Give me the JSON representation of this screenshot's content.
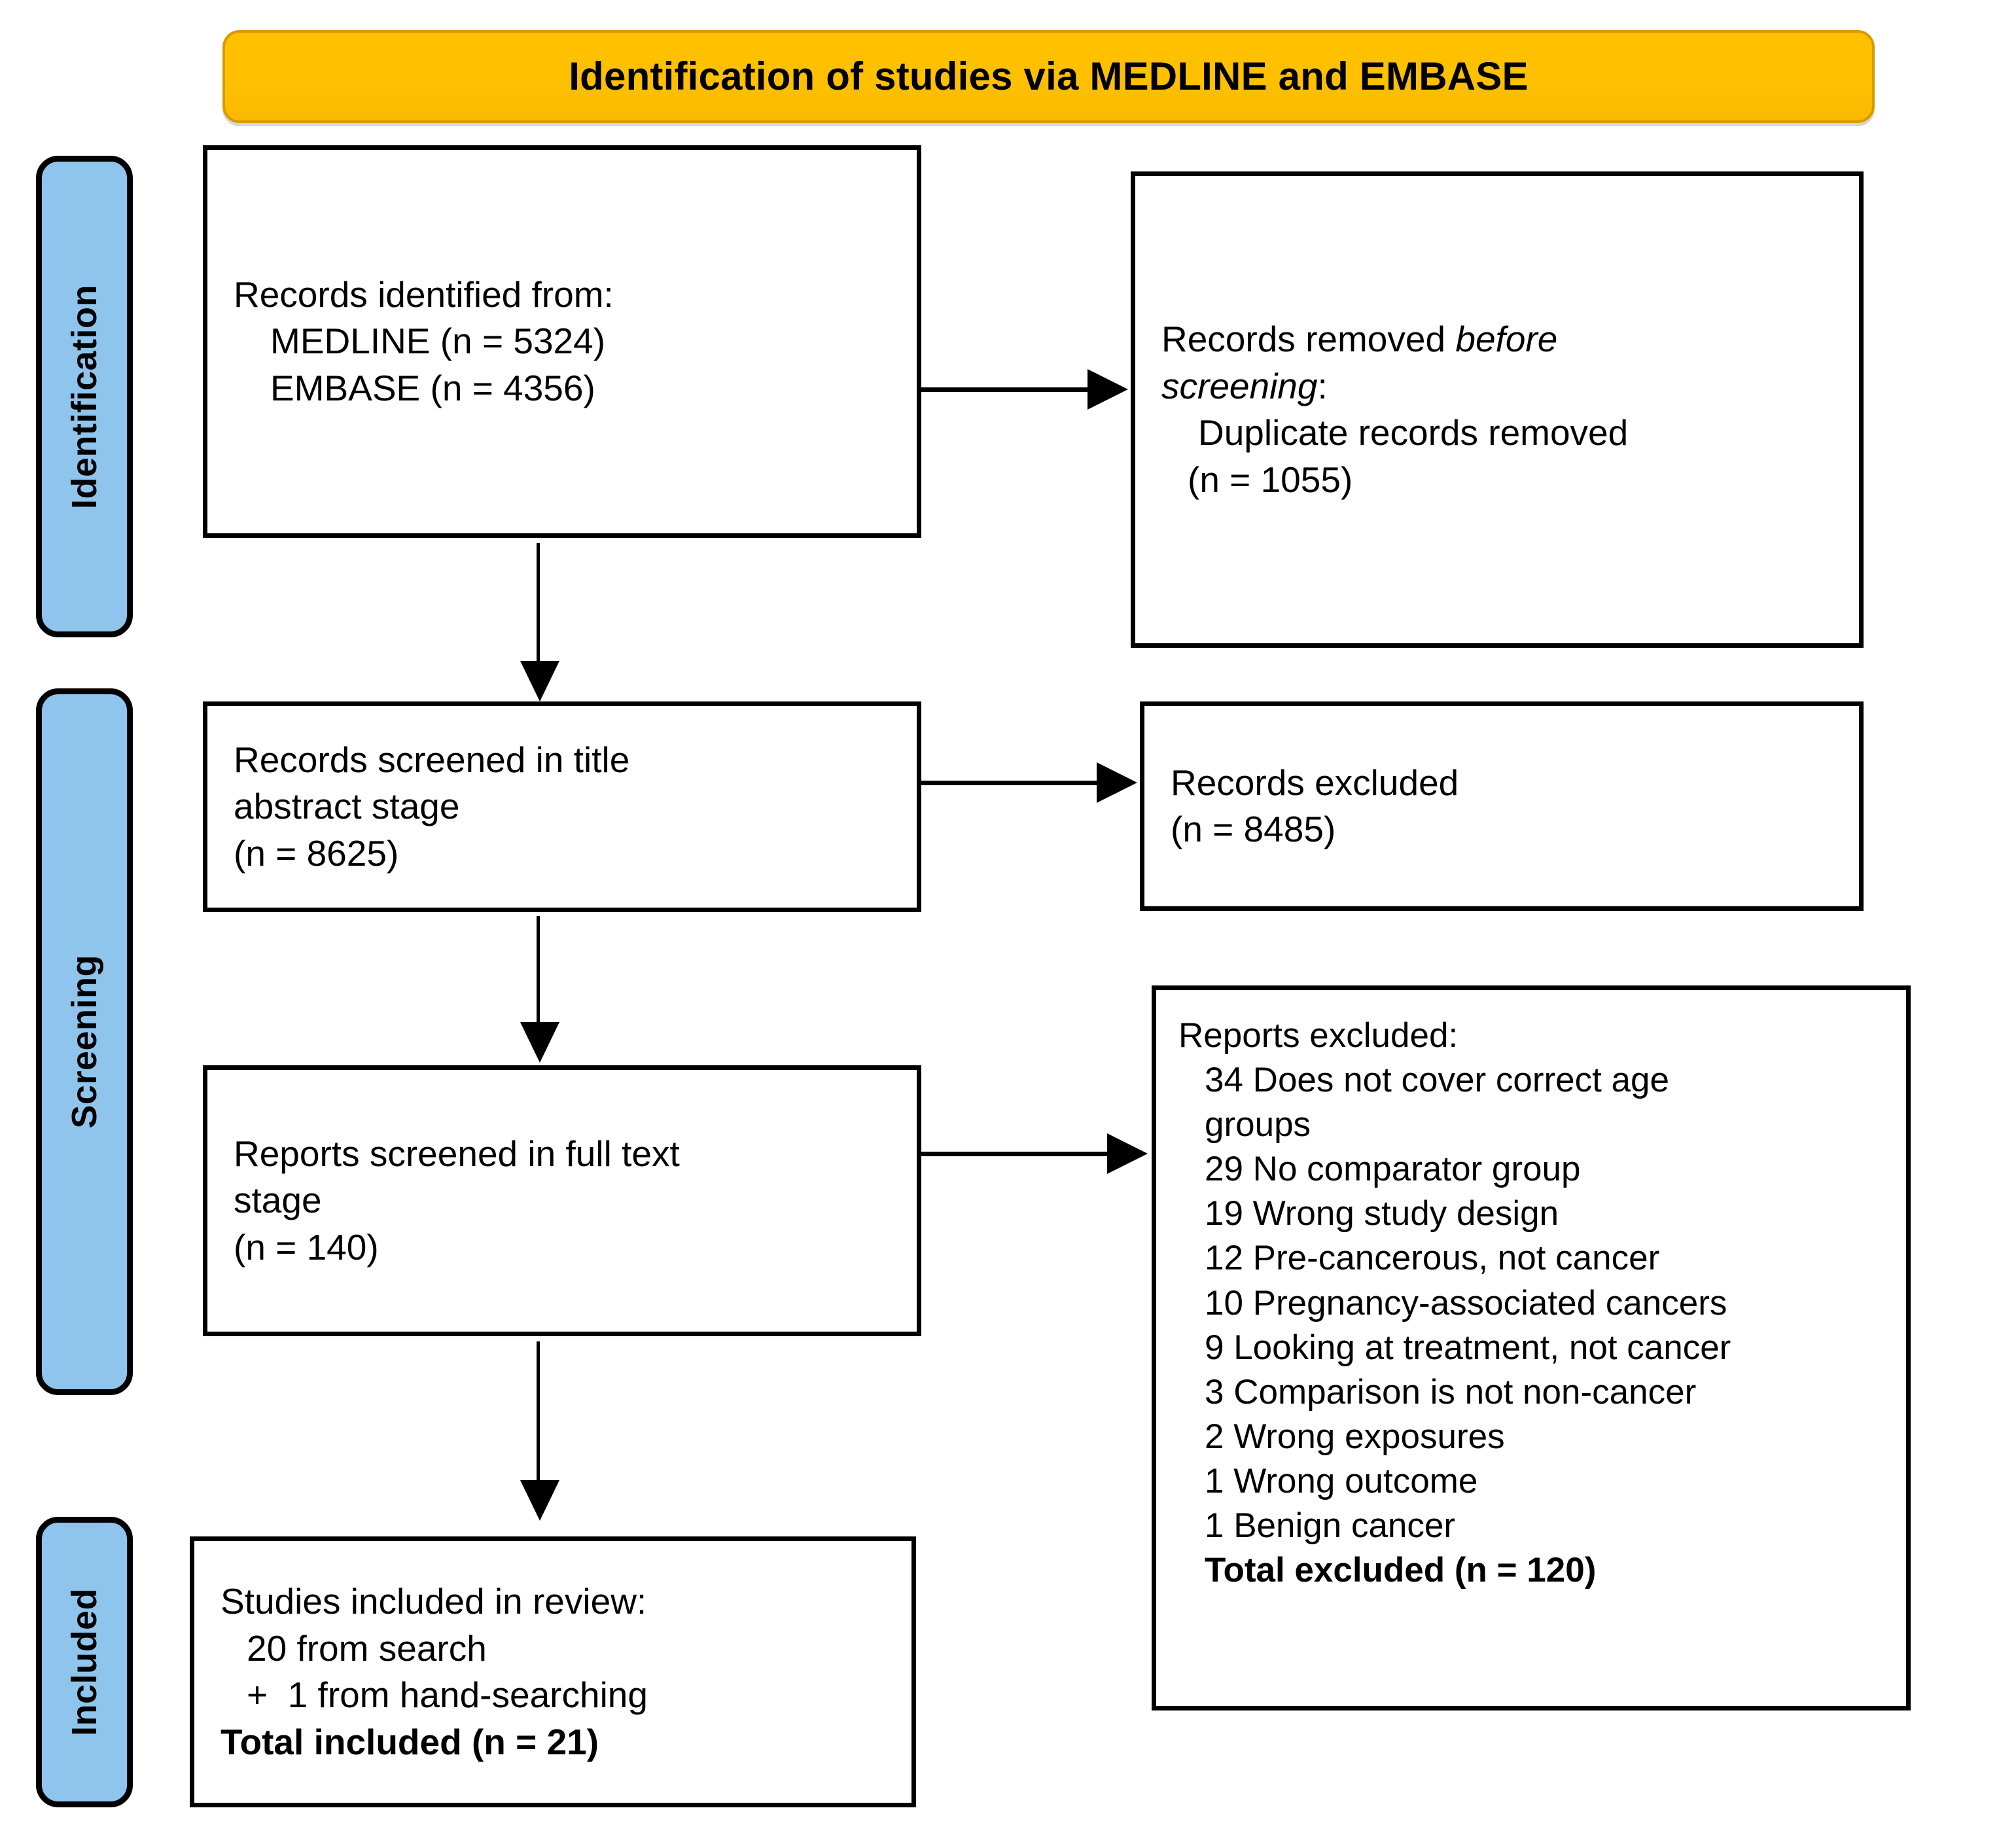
{
  "banner": {
    "title": "Identification of studies via MEDLINE and EMBASE"
  },
  "stages": [
    {
      "id": "identification",
      "label": "Identification"
    },
    {
      "id": "screening",
      "label": "Screening"
    },
    {
      "id": "included",
      "label": "Included"
    }
  ],
  "boxes": {
    "identified": {
      "line1": "Records identified from:",
      "line2": "MEDLINE (n = 5324)",
      "line3": "EMBASE (n = 4356)"
    },
    "removed": {
      "line1_a": "Records removed ",
      "line1_b": "before",
      "line2_a": "screening",
      "line2_b": ":",
      "line3": "Duplicate records removed",
      "line4": "(n = 1055)"
    },
    "screened_title": {
      "line1": "Records screened in title",
      "line2": "abstract stage",
      "line3": "(n = 8625)"
    },
    "records_excluded": {
      "line1": "Records excluded",
      "line2": "(n = 8485)"
    },
    "fulltext": {
      "line1": "Reports screened in full text",
      "line2": "stage",
      "line3": "(n = 140)"
    },
    "reports_excluded": {
      "heading": "Reports excluded:",
      "reasons": [
        "34 Does not cover correct age",
        "groups",
        "29 No comparator group",
        "19 Wrong study design",
        "12 Pre-cancerous, not cancer",
        "10 Pregnancy-associated cancers",
        "9 Looking at treatment, not cancer",
        "3 Comparison is not non-cancer",
        "2 Wrong exposures",
        "1 Wrong outcome",
        "1 Benign cancer"
      ],
      "total": "Total excluded (n = 120)"
    },
    "included": {
      "line1": "Studies included in review:",
      "line2": "20 from search",
      "line3": "+  1 from hand-searching",
      "total": "Total included (n = 21)"
    }
  },
  "chart_data": {
    "type": "table",
    "title": "PRISMA 2020 flow diagram",
    "nodes": [
      {
        "name": "MEDLINE records identified",
        "value": 5324
      },
      {
        "name": "EMBASE records identified",
        "value": 4356
      },
      {
        "name": "Duplicate records removed before screening",
        "value": 1055
      },
      {
        "name": "Records screened in title abstract stage",
        "value": 8625
      },
      {
        "name": "Records excluded at title/abstract",
        "value": 8485
      },
      {
        "name": "Reports screened in full text stage",
        "value": 140
      },
      {
        "name": "Does not cover correct age groups",
        "value": 34
      },
      {
        "name": "No comparator group",
        "value": 29
      },
      {
        "name": "Wrong study design",
        "value": 19
      },
      {
        "name": "Pre-cancerous, not cancer",
        "value": 12
      },
      {
        "name": "Pregnancy-associated cancers",
        "value": 10
      },
      {
        "name": "Looking at treatment, not cancer",
        "value": 9
      },
      {
        "name": "Comparison is not non-cancer",
        "value": 3
      },
      {
        "name": "Wrong exposures",
        "value": 2
      },
      {
        "name": "Wrong outcome",
        "value": 1
      },
      {
        "name": "Benign cancer",
        "value": 1
      },
      {
        "name": "Total reports excluded at full text",
        "value": 120
      },
      {
        "name": "Studies included from search",
        "value": 20
      },
      {
        "name": "Studies included from hand-searching",
        "value": 1
      },
      {
        "name": "Total studies included in review",
        "value": 21
      }
    ]
  },
  "colors": {
    "banner_fill": "#FFC000",
    "banner_border": "#D79B00",
    "stage_fill": "#8FC5EC",
    "box_border": "#000000",
    "page_bg": "#FFFFFF"
  }
}
